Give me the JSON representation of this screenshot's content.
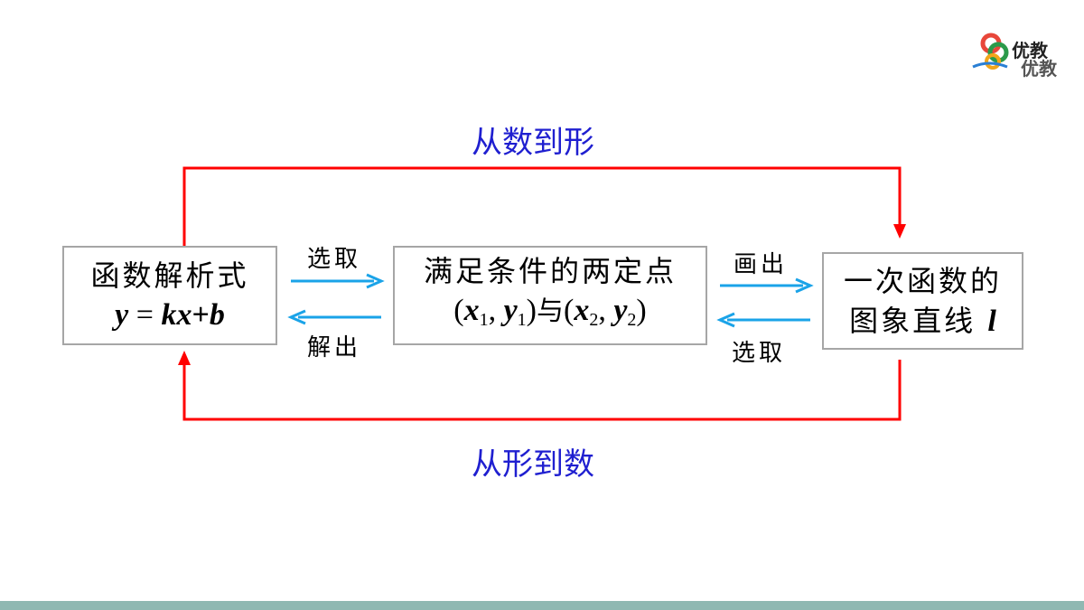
{
  "logo": {
    "line1": "优教",
    "line2": "优教"
  },
  "top_label": "从数到形",
  "bottom_label": "从形到数",
  "box_left": {
    "line1": "函数解析式",
    "eq_y": "y",
    "eq_mid": " = ",
    "eq_kx": "kx",
    "eq_plus": "+",
    "eq_b": "b"
  },
  "box_mid": {
    "line1": "满足条件的两定点",
    "lp1": "(",
    "x1": "x",
    "x1_sub": "1",
    "comma1": ", ",
    "y1": "y",
    "y1_sub": "1",
    "rp1": ")",
    "and": "与",
    "lp2": "(",
    "x2": "x",
    "x2_sub": "2",
    "comma2": ", ",
    "y2": "y",
    "y2_sub": "2",
    "rp2": ")"
  },
  "box_right": {
    "line1": "一次函数的",
    "line2": "图象直线",
    "l": "l"
  },
  "arrow_labels": {
    "left_top": "选取",
    "left_bottom": "解出",
    "right_top": "画出",
    "right_bottom": "选取"
  },
  "colors": {
    "loop": "#ff0000",
    "arrow": "#1aa3e8",
    "label": "#1f1fd0",
    "border": "#a6a6a6",
    "bar": "#8fb8b2"
  }
}
